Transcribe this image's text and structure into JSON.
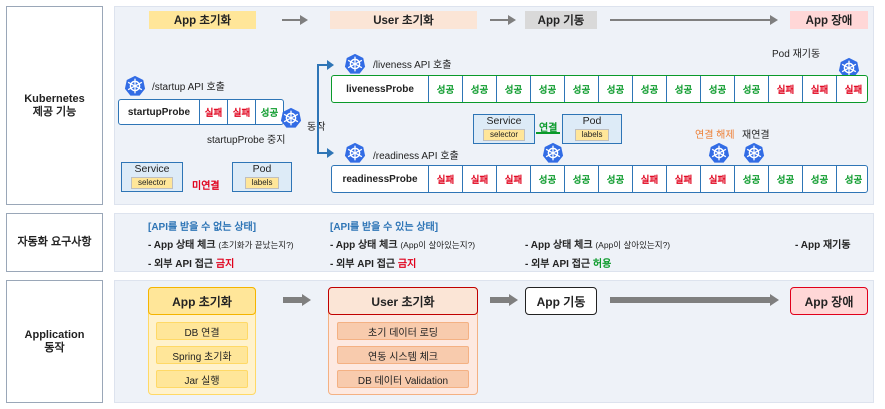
{
  "row_labels": {
    "kubernetes": "Kubernetes\n제공 기능",
    "automation": "자동화 요구사항",
    "application": "Application\n동작"
  },
  "phases": {
    "app_init": "App 초기화",
    "user_init": "User 초기화",
    "app_running": "App 기동",
    "app_failure": "App 장애"
  },
  "k8s": {
    "startup_call": "/startup API 호출",
    "startup_probe": "startupProbe",
    "startup_cells": [
      "실패",
      "실패",
      "성공"
    ],
    "startup_stop": "startupProbe 중지",
    "operate": "동작",
    "liveness_call": "/liveness API 호출",
    "liveness_probe": "livenessProbe",
    "liveness_cells": [
      "성공",
      "성공",
      "성공",
      "성공",
      "성공",
      "성공",
      "성공",
      "성공",
      "성공",
      "성공",
      "실패",
      "실패",
      "실패"
    ],
    "pod_restart": "Pod 재기동",
    "readiness_call": "/readiness API 호출",
    "readiness_probe": "readinessProbe",
    "readiness_cells": [
      "실패",
      "실패",
      "실패",
      "성공",
      "성공",
      "성공",
      "실패",
      "실패",
      "실패",
      "성공",
      "성공",
      "성공",
      "성공"
    ],
    "service": "Service",
    "selector": "selector",
    "pod": "Pod",
    "labels": "labels",
    "connected": "연결",
    "not_connected": "미연결",
    "disconnect": "연결 해제",
    "reconnect": "재연결"
  },
  "requirements": {
    "cannot_receive": "[API를 받을 수 없는 상태]",
    "can_receive": "[API를 받을 수 있는 상태]",
    "col1_line1": "- App 상태 체크",
    "col1_line1_sub": "(초기화가 끝났는지?)",
    "col1_line2": "- 외부 API 접근",
    "col1_line2_em": "금지",
    "col2_line1": "- App 상태 체크",
    "col2_line1_sub": "(App이 살아있는지?)",
    "col2_line2": "- 외부 API 접근",
    "col2_line2_em": "금지",
    "col3_line1": "- App 상태 체크",
    "col3_line1_sub": "(App이 살아있는지?)",
    "col3_line2": "- 외부 API 접근",
    "col3_line2_em": "허용",
    "col4_line1": "- App 재기동"
  },
  "app_tasks": {
    "app_init_tasks": [
      "DB 연결",
      "Spring 초기화",
      "Jar 실행"
    ],
    "user_init_tasks": [
      "초기 데이터 로딩",
      "연동 시스템 체크",
      "DB 데이터 Validation"
    ]
  },
  "colors": {
    "ok": "#0a9a2a",
    "fail": "#e0001b",
    "app_init_bg": "#ffe699",
    "user_init_bg": "#fbe5d6",
    "failure_bg": "#ffd7d7",
    "k8s_blue": "#326ce5"
  }
}
